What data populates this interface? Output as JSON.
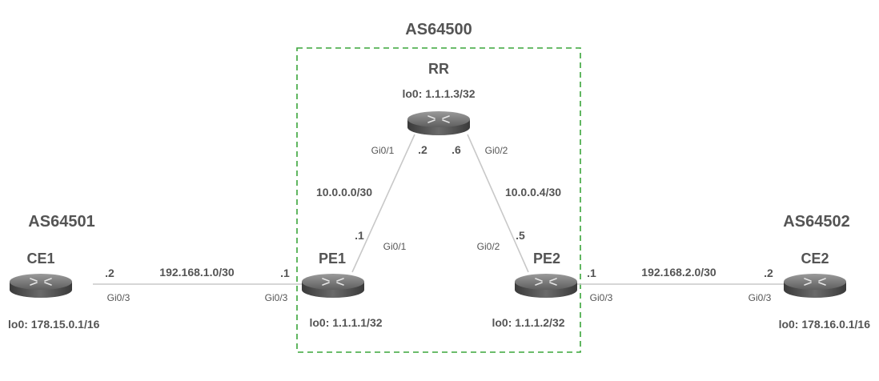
{
  "as_labels": {
    "core": "AS64500",
    "left": "AS64501",
    "right": "AS64502"
  },
  "routers": {
    "rr": {
      "name": "RR",
      "loopback": "lo0: 1.1.1.3/32"
    },
    "pe1": {
      "name": "PE1",
      "loopback": "lo0: 1.1.1.1/32"
    },
    "pe2": {
      "name": "PE2",
      "loopback": "lo0: 1.1.1.2/32"
    },
    "ce1": {
      "name": "CE1",
      "loopback": "lo0: 178.15.0.1/16"
    },
    "ce2": {
      "name": "CE2",
      "loopback": "lo0: 178.16.0.1/16"
    }
  },
  "links": {
    "ce1_pe1": {
      "subnet": "192.168.1.0/30",
      "ce1_host": ".2",
      "ce1_if": "Gi0/3",
      "pe1_host": ".1",
      "pe1_if": "Gi0/3"
    },
    "pe1_rr": {
      "subnet": "10.0.0.0/30",
      "pe1_host": ".1",
      "pe1_if": "Gi0/1",
      "rr_host": ".2",
      "rr_if": "Gi0/1"
    },
    "rr_pe2": {
      "subnet": "10.0.0.4/30",
      "rr_host": ".6",
      "rr_if": "Gi0/2",
      "pe2_host": ".5",
      "pe2_if": "Gi0/2"
    },
    "pe2_ce2": {
      "subnet": "192.168.2.0/30",
      "pe2_host": ".1",
      "pe2_if": "Gi0/3",
      "ce2_host": ".2",
      "ce2_if": "Gi0/3"
    }
  },
  "colors": {
    "core": "#3aa53a",
    "left": "#f0891e",
    "right": "#3b7cc4",
    "text": "#545454",
    "link": "#c8c8c8"
  }
}
